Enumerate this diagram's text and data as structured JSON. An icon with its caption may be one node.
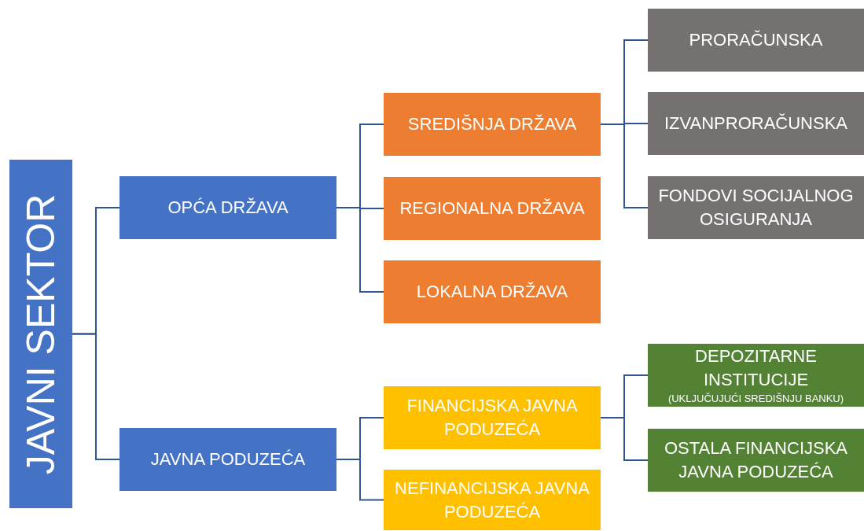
{
  "diagram": {
    "nodes": [
      {
        "text": [
          "JAVNI SEKTOR"
        ]
      },
      {
        "text": [
          "OPĆA DRŽAVA"
        ]
      },
      {
        "text": [
          "SREDIŠNJA DRŽAVA"
        ]
      },
      {
        "text": [
          "REGIONALNA DRŽAVA"
        ]
      },
      {
        "text": [
          "LOKALNA DRŽAVA"
        ]
      },
      {
        "text": [
          "PRORAČUNSKA"
        ]
      },
      {
        "text": [
          "IZVANPRORAČUNSKA"
        ]
      },
      {
        "text": [
          "FONDOVI SOCIJALNOG OSIGURANJA"
        ]
      },
      {
        "text": [
          "JAVNA PODUZEĆA"
        ]
      },
      {
        "text": [
          "FINANCIJSKA JAVNA PODUZEĆA"
        ]
      },
      {
        "text": [
          "NEFINANCIJSKA JAVNA PODUZEĆA"
        ]
      },
      {
        "text": [
          "DEPOZITARNE INSTITUCIJE",
          "(UKLJUČUJUĆI SREDIŠNJU BANKU)"
        ]
      },
      {
        "text": [
          "OSTALA FINANCIJSKA JAVNA PODUZEĆA"
        ]
      }
    ],
    "edges": [
      {
        "from": 0,
        "to": 1,
        "arrow": "none"
      },
      {
        "from": 0,
        "to": 8,
        "arrow": "none"
      },
      {
        "from": 1,
        "to": 2,
        "arrow": "none"
      },
      {
        "from": 1,
        "to": 3,
        "arrow": "none"
      },
      {
        "from": 1,
        "to": 4,
        "arrow": "none"
      },
      {
        "from": 2,
        "to": 5,
        "arrow": "none"
      },
      {
        "from": 2,
        "to": 6,
        "arrow": "none"
      },
      {
        "from": 2,
        "to": 7,
        "arrow": "none"
      },
      {
        "from": 8,
        "to": 9,
        "arrow": "none"
      },
      {
        "from": 8,
        "to": 10,
        "arrow": "none"
      },
      {
        "from": 9,
        "to": 11,
        "arrow": "none"
      },
      {
        "from": 9,
        "to": 12,
        "arrow": "none"
      }
    ]
  }
}
